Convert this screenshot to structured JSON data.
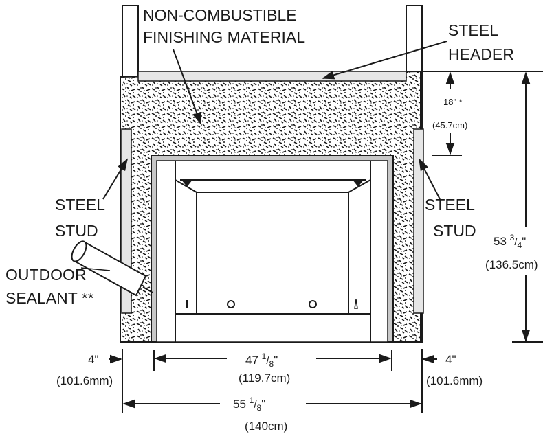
{
  "labels": {
    "non_combustible_1": "NON-COMBUSTIBLE",
    "non_combustible_2": "FINISHING MATERIAL",
    "steel_header_1": "STEEL",
    "steel_header_2": "HEADER",
    "steel_stud_left_1": "STEEL",
    "steel_stud_left_2": "STUD",
    "steel_stud_right_1": "STEEL",
    "steel_stud_right_2": "STUD",
    "outdoor_sealant_1": "OUTDOOR",
    "outdoor_sealant_2": "SEALANT **"
  },
  "dimensions": {
    "header_clearance": {
      "value": "18\" *",
      "metric": "(45.7cm)"
    },
    "overall_height": {
      "whole": "53 ",
      "num": "3",
      "den": "4",
      "unit": "\"",
      "metric": "(136.5cm)"
    },
    "opening_width": {
      "whole": "47 ",
      "num": "1",
      "den": "8",
      "unit": "\"",
      "metric": "(119.7cm)"
    },
    "overall_width": {
      "whole": "55 ",
      "num": "1",
      "den": "8",
      "unit": "\"",
      "metric": "(140cm)"
    },
    "left_side": {
      "value": "4\"",
      "metric": "(101.6mm)"
    },
    "right_side": {
      "value": "4\"",
      "metric": "(101.6mm)"
    }
  },
  "colors": {
    "line": "#1a1a1a",
    "stud_fill": "#e6e6e6",
    "frame_fill": "#c8c8c8"
  }
}
